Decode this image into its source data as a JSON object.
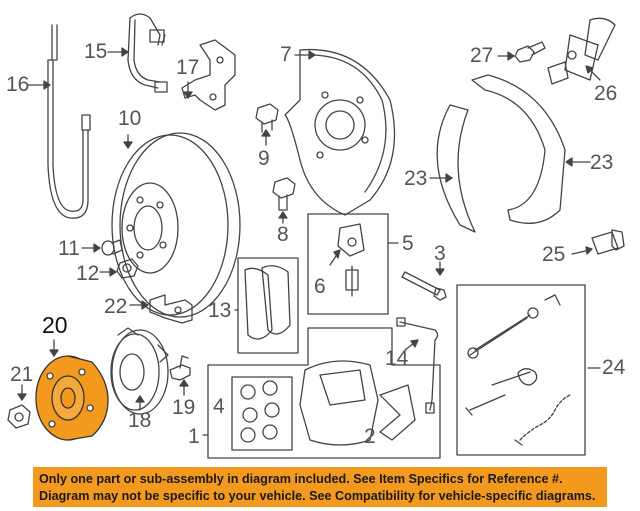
{
  "callouts": {
    "c1": "1",
    "c2": "2",
    "c3": "3",
    "c4": "4",
    "c5": "5",
    "c6": "6",
    "c7": "7",
    "c8": "8",
    "c9": "9",
    "c10": "10",
    "c11": "11",
    "c12": "12",
    "c13": "13",
    "c14": "14",
    "c15": "15",
    "c16": "16",
    "c17": "17",
    "c18": "18",
    "c19": "19",
    "c20": "20",
    "c21": "21",
    "c22": "22",
    "c23a": "23",
    "c23b": "23",
    "c24": "24",
    "c25": "25",
    "c26": "26",
    "c27": "27"
  },
  "highlight": {
    "part": "20",
    "color": "#f39a1e"
  },
  "banner": {
    "line1": "Only one part or sub-assembly in diagram included. See Item Specifics for Reference #.",
    "line2": "Diagram may not be specific to your vehicle. See Compatibility for vehicle-specific diagrams.",
    "color": "#f39a1e"
  }
}
